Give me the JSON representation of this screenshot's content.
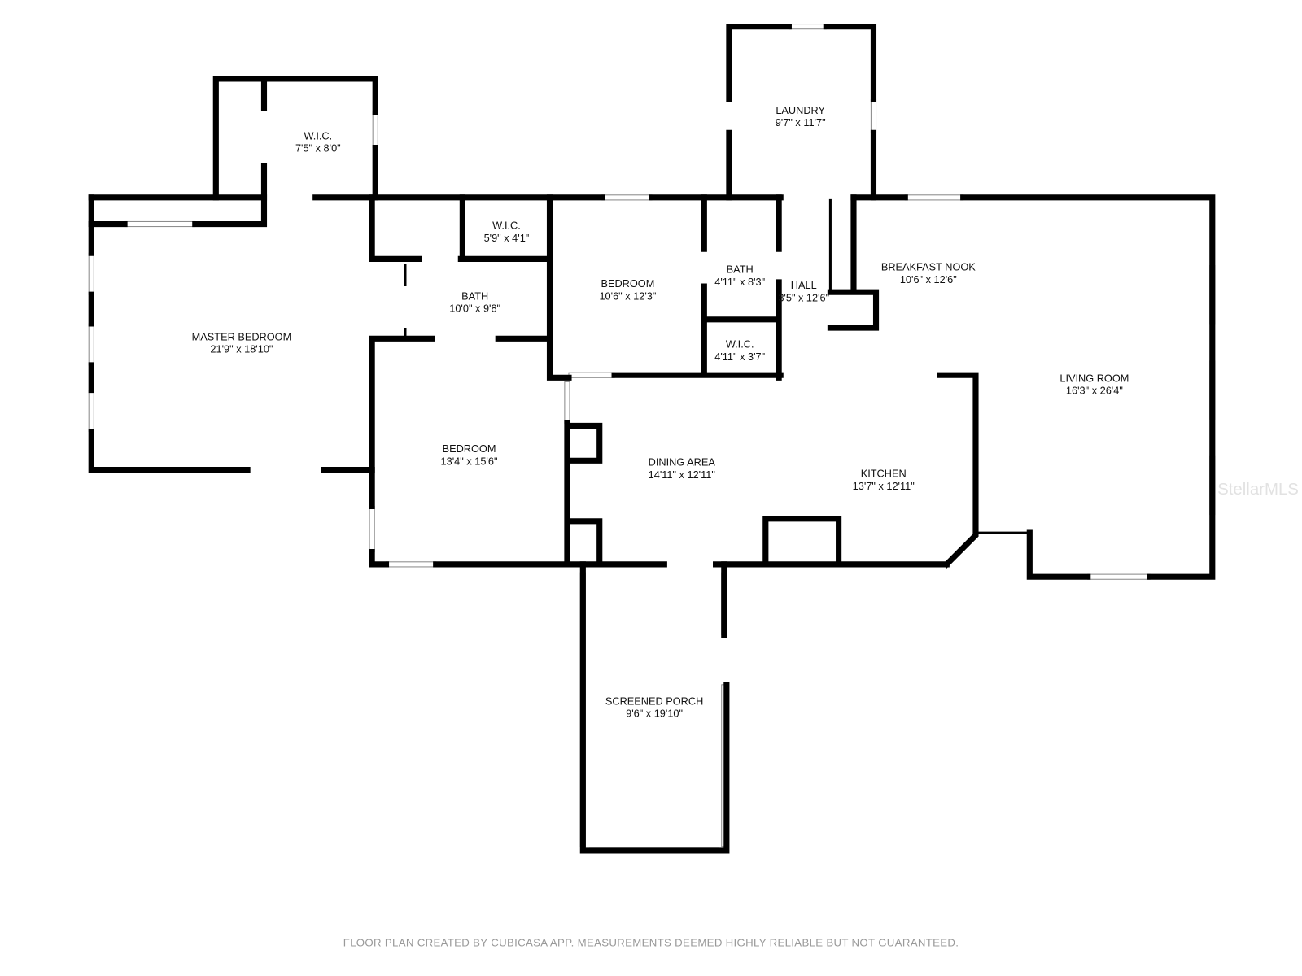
{
  "rooms": {
    "wic1": {
      "name": "W.I.C.",
      "size": "7'5\" x 8'0\""
    },
    "laundry": {
      "name": "LAUNDRY",
      "size": "9'7\" x 11'7\""
    },
    "wic2": {
      "name": "W.I.C.",
      "size": "5'9\" x 4'1\""
    },
    "bedroom1": {
      "name": "BEDROOM",
      "size": "10'6\" x 12'3\""
    },
    "bath2": {
      "name": "BATH",
      "size": "4'11\" x 8'3\""
    },
    "hall": {
      "name": "HALL",
      "size": "3'5\" x 12'6\""
    },
    "nook": {
      "name": "BREAKFAST NOOK",
      "size": "10'6\" x 12'6\""
    },
    "bath1": {
      "name": "BATH",
      "size": "10'0\" x 9'8\""
    },
    "master": {
      "name": "MASTER BEDROOM",
      "size": "21'9\" x 18'10\""
    },
    "wic3": {
      "name": "W.I.C.",
      "size": "4'11\" x 3'7\""
    },
    "living": {
      "name": "LIVING ROOM",
      "size": "16'3\" x 26'4\""
    },
    "bedroom2": {
      "name": "BEDROOM",
      "size": "13'4\" x 15'6\""
    },
    "dining": {
      "name": "DINING AREA",
      "size": "14'11\" x 12'11\""
    },
    "kitchen": {
      "name": "KITCHEN",
      "size": "13'7\" x 12'11\""
    },
    "porch": {
      "name": "SCREENED PORCH",
      "size": "9'6\" x 19'10\""
    }
  },
  "watermark": "StellarMLS",
  "footer": "FLOOR PLAN CREATED BY CUBICASA APP. MEASUREMENTS DEEMED HIGHLY RELIABLE BUT NOT GUARANTEED."
}
